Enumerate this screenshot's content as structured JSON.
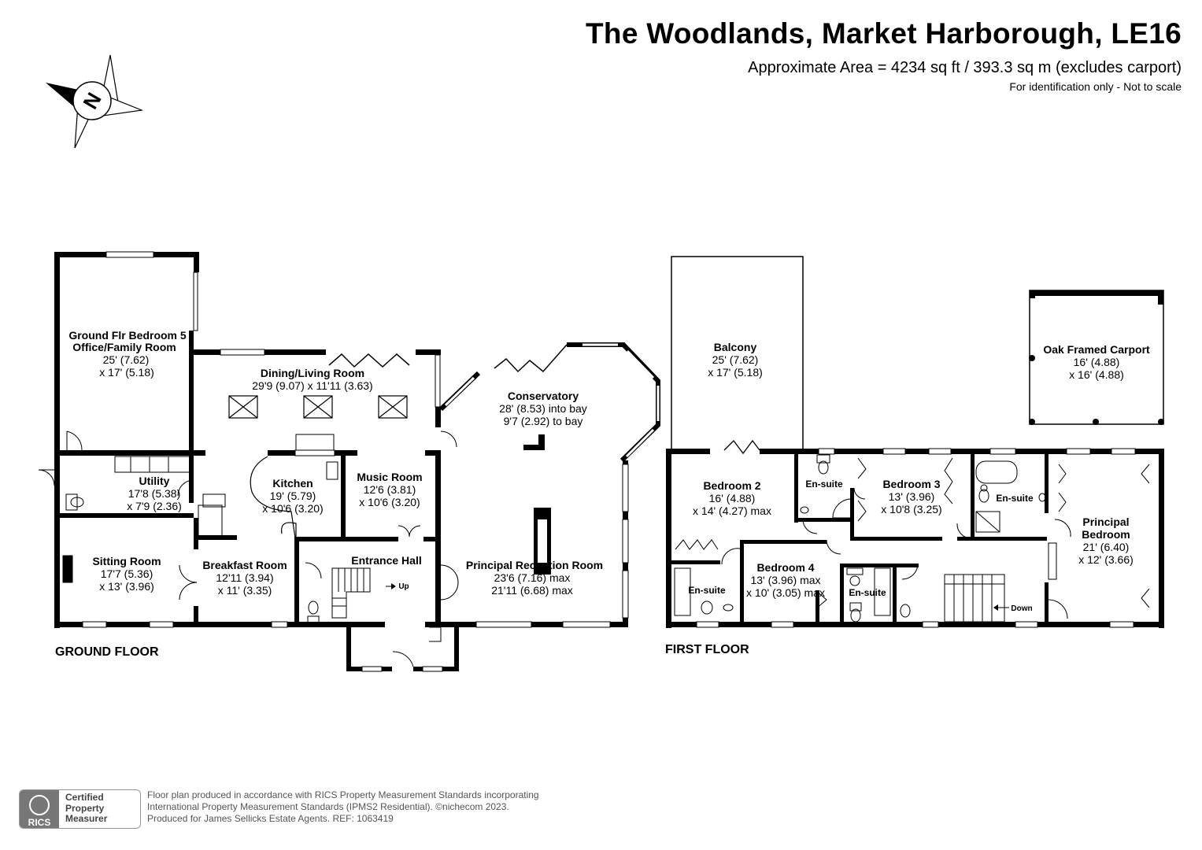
{
  "header": {
    "title": "The Woodlands, Market Harborough, LE16",
    "area": "Approximate Area = 4234 sq ft / 393.3 sq m (excludes carport)",
    "note": "For identification only - Not to scale"
  },
  "compass": {
    "label": "N",
    "icon": "compass-icon"
  },
  "ground_floor": {
    "label": "GROUND FLOOR",
    "rooms": [
      {
        "name": "Ground Flr Bedroom 5",
        "name2": "Office/Family Room",
        "dim1": "25' (7.62)",
        "dim2": "x 17' (5.18)"
      },
      {
        "name": "Dining/Living Room",
        "dim1": "29'9 (9.07) x 11'11 (3.63)"
      },
      {
        "name": "Conservatory",
        "dim1": "28' (8.53) into bay",
        "dim2": "9'7 (2.92) to bay"
      },
      {
        "name": "Utility",
        "dim1": "17'8 (5.38)",
        "dim2": "x 7'9 (2.36)"
      },
      {
        "name": "Kitchen",
        "dim1": "19' (5.79)",
        "dim2": "x 10'6 (3.20)"
      },
      {
        "name": "Music Room",
        "dim1": "12'6 (3.81)",
        "dim2": "x 10'6 (3.20)"
      },
      {
        "name": "Sitting Room",
        "dim1": "17'7 (5.36)",
        "dim2": "x 13' (3.96)"
      },
      {
        "name": "Breakfast Room",
        "dim1": "12'11 (3.94)",
        "dim2": "x 11' (3.35)"
      },
      {
        "name": "Entrance Hall"
      },
      {
        "name": "Principal Reception Room",
        "dim1": "23'6 (7.16) max",
        "dim2": "21'11 (6.68) max"
      }
    ],
    "stairs_label": "Up"
  },
  "first_floor": {
    "label": "FIRST FLOOR",
    "rooms": [
      {
        "name": "Balcony",
        "dim1": "25' (7.62)",
        "dim2": "x 17' (5.18)"
      },
      {
        "name": "Oak Framed Carport",
        "dim1": "16' (4.88)",
        "dim2": "x 16' (4.88)"
      },
      {
        "name": "Bedroom 2",
        "dim1": "16' (4.88)",
        "dim2": "x 14' (4.27) max"
      },
      {
        "name": "En-suite"
      },
      {
        "name": "Bedroom 3",
        "dim1": "13' (3.96)",
        "dim2": "x 10'8 (3.25)"
      },
      {
        "name": "En-suite"
      },
      {
        "name": "Principal",
        "name2": "Bedroom",
        "dim1": "21' (6.40)",
        "dim2": "x 12' (3.66)"
      },
      {
        "name": "En-suite"
      },
      {
        "name": "Bedroom 4",
        "dim1": "13' (3.96) max",
        "dim2": "x 10' (3.05) max"
      },
      {
        "name": "En-suite"
      }
    ],
    "stairs_label": "Down"
  },
  "footer": {
    "badge_logo": "RICS",
    "badge_lines": [
      "Certified",
      "Property",
      "Measurer"
    ],
    "credits": [
      "Floor plan produced in accordance with RICS Property Measurement Standards incorporating",
      "International Property Measurement Standards (IPMS2 Residential).  ©nichecom 2023.",
      "Produced for James Sellicks Estate Agents.   REF:  1063419"
    ]
  }
}
